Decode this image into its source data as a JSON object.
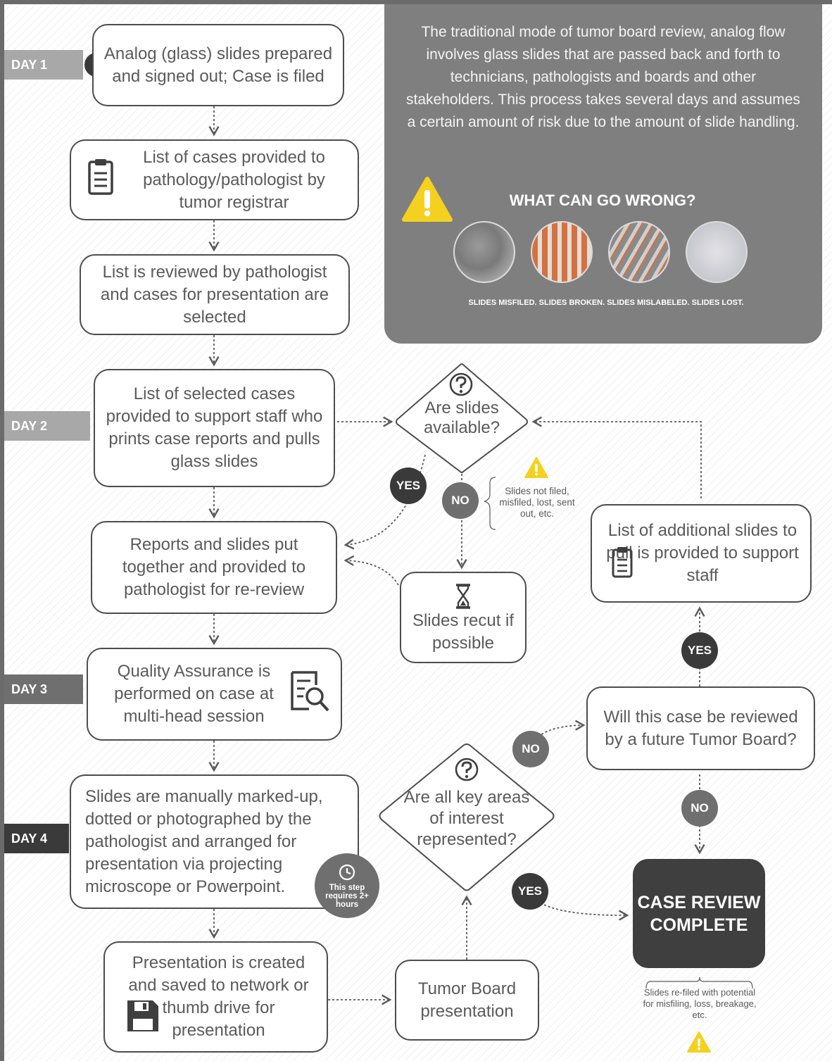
{
  "days": [
    "DAY 1",
    "DAY 2",
    "DAY 3",
    "DAY 4"
  ],
  "info": {
    "text": "The traditional mode of tumor board review, analog flow involves glass slides that are passed back and forth to technicians, pathologists and boards and other stakeholders. This process takes several days and assumes a certain amount of risk due to the amount of slide handling.",
    "wrong_title": "WHAT CAN GO WRONG?",
    "wrong_caption": "SLIDES MISFILED. SLIDES BROKEN. SLIDES MISLABELED. SLIDES LOST."
  },
  "steps": {
    "s1": "Analog (glass) slides prepared and signed out; Case is filed",
    "s2": "List of cases provided to pathology/pathologist by tumor registrar",
    "s3": "List is reviewed by pathologist and cases for presentation are selected",
    "s4": "List of selected cases provided to support staff who prints case reports and pulls glass slides",
    "s5": "Reports and slides put together and provided to pathologist for re-review",
    "s6": "Quality Assurance is performed on case at multi-head session",
    "s7": "Slides are manually marked-up, dotted or photographed by the pathologist and arranged for presentation via projecting microscope or Powerpoint.",
    "s8": "Presentation is created and saved to network or thumb drive for presentation",
    "recut": "Slides recut if possible",
    "additional": "List of additional slides to pull is provided to support staff",
    "future": "Will this case be reviewed by a future Tumor Board?",
    "tumor_board": "Tumor Board presentation",
    "complete": "CASE REVIEW COMPLETE"
  },
  "decisions": {
    "available": "Are slides available?",
    "key_areas": "Are all key areas of interest represented?"
  },
  "labels": {
    "yes": "YES",
    "no": "NO"
  },
  "notes": {
    "not_filed": "Slides not filed, misfiled, lost, sent out, etc.",
    "timing": "This step requires 2+ hours",
    "refiled": "Slides re-filed with potential for misfiling, loss, breakage, etc."
  },
  "colors": {
    "day1": "#a8a8a8",
    "day2": "#a8a8a8",
    "day3": "#6f6f6f",
    "day4": "#3a3a3a",
    "warning": "#f5d11f",
    "panel": "#7f7f7f"
  }
}
